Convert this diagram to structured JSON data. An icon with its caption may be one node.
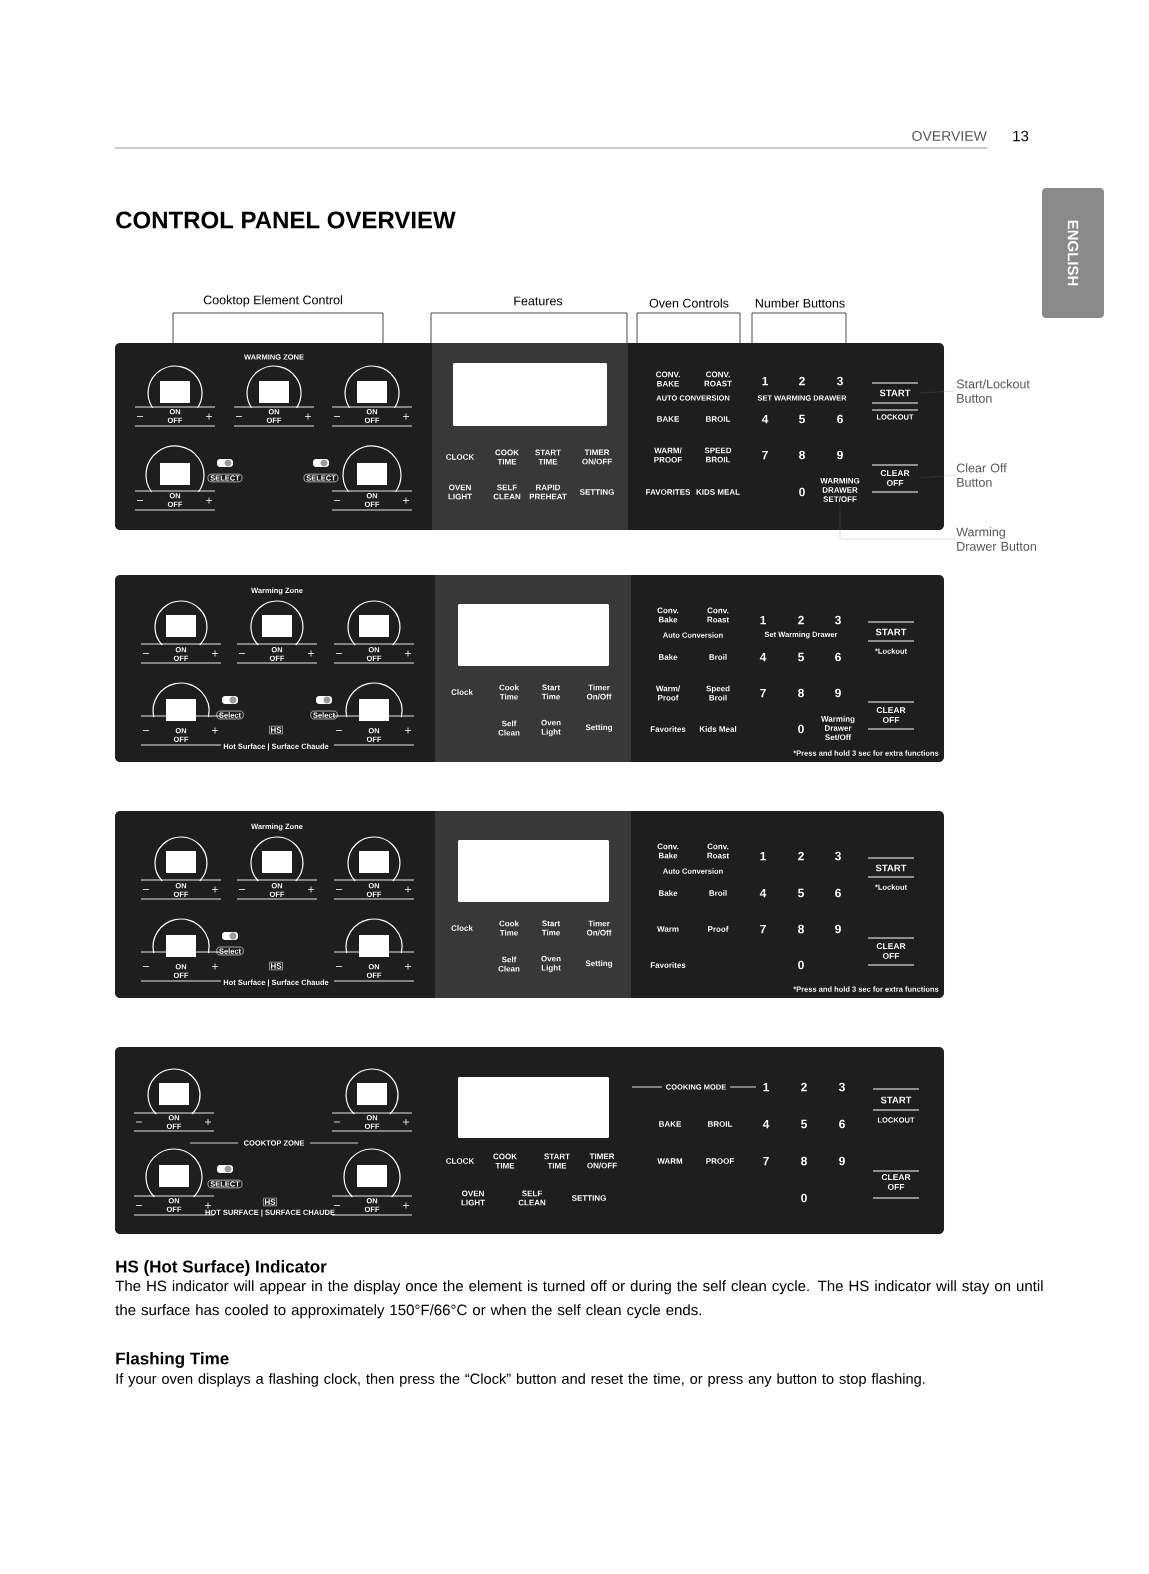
{
  "diagram": {
    "title": "CONTROL PANEL OVERVIEW",
    "nodes": [
      {
        "text": [
          "ENGLISH"
        ]
      },
      {
        "text": [
          "WARMING ZONE",
          "ON OFF",
          "ON OFF",
          "ON OFF",
          "SELECT",
          "SELECT",
          "ON OFF",
          "ON OFF",
          "CLOCK",
          "COOK TIME",
          "START TIME",
          "TIMER ON/OFF",
          "OVEN LIGHT",
          "SELF CLEAN",
          "RAPID PREHEAT",
          "SETTING",
          "CONV. BAKE",
          "CONV. ROAST",
          "1",
          "2",
          "3",
          "AUTO CONVERSION",
          "SET WARMING DRAWER",
          "BAKE",
          "BROIL",
          "4",
          "5",
          "6",
          "WARM/ PROOF",
          "SPEED BROIL",
          "7",
          "8",
          "9",
          "FAVORITES",
          "KIDS MEAL",
          "0"
        ]
      },
      {
        "text": [
          "START",
          "LOCKOUT"
        ],
        "in": 1
      },
      {
        "text": [
          "CLEAR OFF"
        ],
        "in": 1
      },
      {
        "text": [
          "WARMING DRAWER SET/OFF"
        ],
        "in": 1
      },
      {
        "text": [
          "Start/Lockout Button"
        ]
      },
      {
        "text": [
          "Clear Off Button"
        ]
      },
      {
        "text": [
          "Warming Drawer Button"
        ]
      },
      {
        "text": [
          "Warming Zone",
          "ON OFF",
          "ON OFF",
          "ON OFF",
          "Select",
          "Select",
          "ON OFF",
          "HS",
          "Hot Surface | Surface Chaude",
          "ON OFF",
          "Clock",
          "Cook Time",
          "Start Time",
          "Timer On/Off",
          "Self Clean",
          "Oven Light",
          "Setting",
          "Conv. Bake",
          "Conv. Roast",
          "1",
          "2",
          "3",
          "Auto Conversion",
          "Set Warming Drawer",
          "START",
          "Bake",
          "Broil",
          "4",
          "5",
          "6",
          "*Lockout",
          "Warm/ Proof",
          "Speed Broil",
          "7",
          "8",
          "9",
          "CLEAR OFF",
          "Favorites",
          "Kids Meal",
          "0",
          "Warming Drawer Set/Off",
          "*Press and hold 3 sec for extra functions"
        ]
      },
      {
        "text": [
          "Warming Zone",
          "ON OFF",
          "ON OFF",
          "ON OFF",
          "Select",
          "ON OFF",
          "HS",
          "Hot Surface | Surface Chaude",
          "ON OFF",
          "Clock",
          "Cook Time",
          "Start Time",
          "Timer On/Off",
          "Self Clean",
          "Oven Light",
          "Setting",
          "Conv. Bake",
          "Conv. Roast",
          "1",
          "2",
          "3",
          "Auto Conversion",
          "START",
          "Bake",
          "Broil",
          "4",
          "5",
          "6",
          "*Lockout",
          "Warm",
          "Proof",
          "7",
          "8",
          "9",
          "CLEAR OFF",
          "Favorites",
          "0",
          "*Press and hold 3 sec for extra functions"
        ]
      },
      {
        "text": [
          "ON OFF",
          "ON OFF",
          "COOKTOP ZONE",
          "SELECT",
          "ON OFF",
          "HS",
          "HOT SURFACE | SURFACE CHAUDE",
          "ON OFF",
          "CLOCK",
          "COOK TIME",
          "START TIME",
          "TIMER ON/OFF",
          "OVEN LIGHT",
          "SELF CLEAN",
          "SETTING",
          "COOKING MODE",
          "1",
          "2",
          "3",
          "START",
          "LOCKOUT",
          "BAKE",
          "BROIL",
          "4",
          "5",
          "6",
          "WARM",
          "PROOF",
          "7",
          "8",
          "9",
          "CLEAR OFF",
          "0"
        ]
      }
    ],
    "edges": [
      {
        "from": 5,
        "to": 2,
        "arrow": "none"
      },
      {
        "from": 6,
        "to": 3,
        "arrow": "none"
      },
      {
        "from": 7,
        "to": 4,
        "arrow": "none"
      }
    ],
    "labels": [
      "OVERVIEW",
      "13",
      "Cooktop Element Control",
      "Features",
      "Oven Controls",
      "Number Buttons",
      "HS (Hot Surface) Indicator",
      "The HS indicator will appear in the display once the element is turned off or during the self clean cycle. The HS indicator will stay on until the surface has cooled to approximately 150°F/66°C or when the self clean cycle ends.",
      "Flashing Time",
      "If your oven displays a flashing clock, then press the “Clock” button and reset the time, or press any button to stop flashing."
    ]
  }
}
